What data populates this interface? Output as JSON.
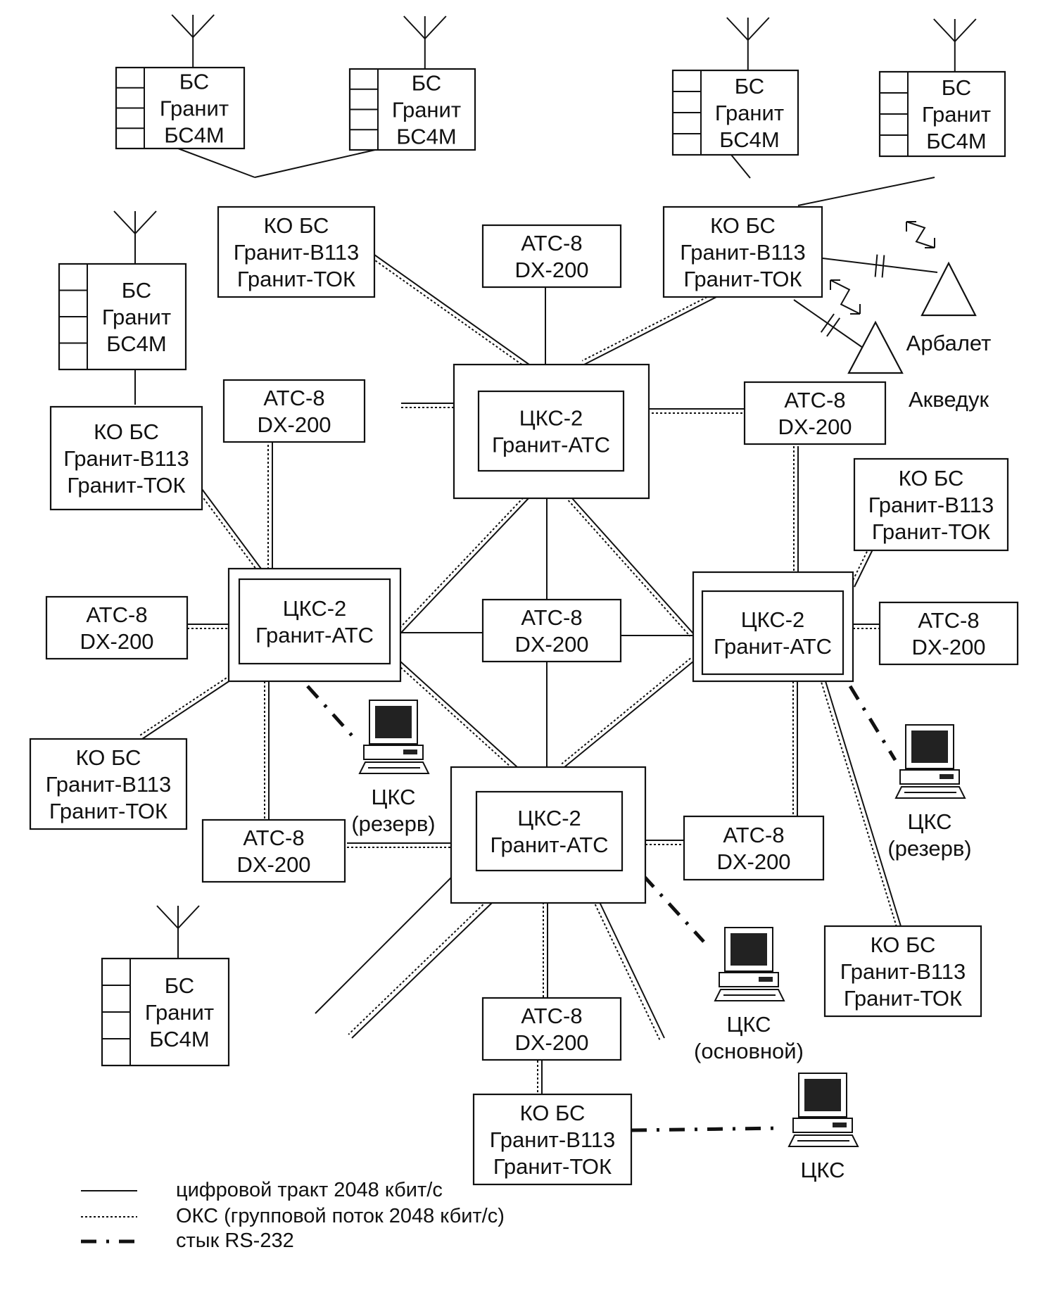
{
  "labels": {
    "bs": [
      "БС",
      "Гранит",
      "БС4М"
    ],
    "ko": [
      "КО БС",
      "Гранит-В113",
      "Гранит-ТОК"
    ],
    "ats": [
      "АТС-8",
      "DX-200"
    ],
    "cks2": [
      "ЦКС-2",
      "Гранит-АТС"
    ]
  },
  "computers": {
    "reserve_left": [
      "ЦКС",
      "(резерв)"
    ],
    "reserve_right": [
      "ЦКС",
      "(резерв)"
    ],
    "main": [
      "ЦКС",
      "(основной)"
    ],
    "bottom": [
      "ЦКС"
    ]
  },
  "stations": {
    "arbalet": "Арбалет",
    "akveduk": "Акведук"
  },
  "legend": [
    {
      "style": "solid",
      "text": "цифровой тракт 2048 кбит/с"
    },
    {
      "style": "dotted",
      "text": "ОКС (групповой поток 2048 кбит/с)"
    },
    {
      "style": "dash-dot",
      "text": "стык RS-232"
    }
  ]
}
